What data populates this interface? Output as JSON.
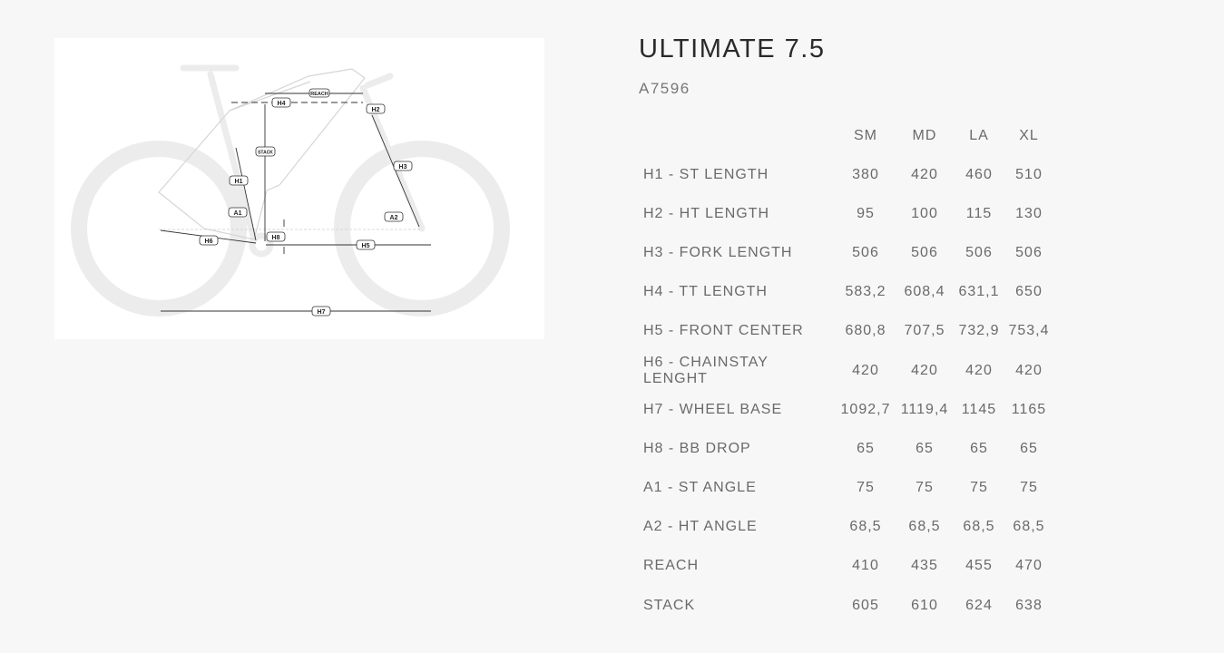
{
  "product": {
    "title": "ULTIMATE 7.5",
    "code": "A7596"
  },
  "diagram": {
    "labels": {
      "reach": "REACH",
      "h4": "H4",
      "h2": "H2",
      "stack": "STACK",
      "h1": "H1",
      "h3": "H3",
      "a1": "A1",
      "a2": "A2",
      "h6": "H6",
      "h8": "H8",
      "h5": "H5",
      "h7": "H7"
    }
  },
  "table": {
    "sizes": [
      "SM",
      "MD",
      "LA",
      "XL"
    ],
    "rows": [
      {
        "name": "H1 - ST LENGTH",
        "values": [
          "380",
          "420",
          "460",
          "510"
        ]
      },
      {
        "name": "H2 - HT LENGTH",
        "values": [
          "95",
          "100",
          "115",
          "130"
        ]
      },
      {
        "name": "H3 - FORK LENGTH",
        "values": [
          "506",
          "506",
          "506",
          "506"
        ]
      },
      {
        "name": "H4 - TT LENGTH",
        "values": [
          "583,2",
          "608,4",
          "631,1",
          "650"
        ]
      },
      {
        "name": "H5 - FRONT CENTER",
        "values": [
          "680,8",
          "707,5",
          "732,9",
          "753,4"
        ]
      },
      {
        "name": "H6 - CHAINSTAY LENGHT",
        "values": [
          "420",
          "420",
          "420",
          "420"
        ]
      },
      {
        "name": "H7 - WHEEL BASE",
        "values": [
          "1092,7",
          "1119,4",
          "1145",
          "1165"
        ]
      },
      {
        "name": "H8 - BB DROP",
        "values": [
          "65",
          "65",
          "65",
          "65"
        ]
      },
      {
        "name": "A1 - ST ANGLE",
        "values": [
          "75",
          "75",
          "75",
          "75"
        ]
      },
      {
        "name": "A2 - HT ANGLE",
        "values": [
          "68,5",
          "68,5",
          "68,5",
          "68,5"
        ]
      },
      {
        "name": "REACH",
        "values": [
          "410",
          "435",
          "455",
          "470"
        ]
      },
      {
        "name": "STACK",
        "values": [
          "605",
          "610",
          "624",
          "638"
        ]
      }
    ]
  }
}
